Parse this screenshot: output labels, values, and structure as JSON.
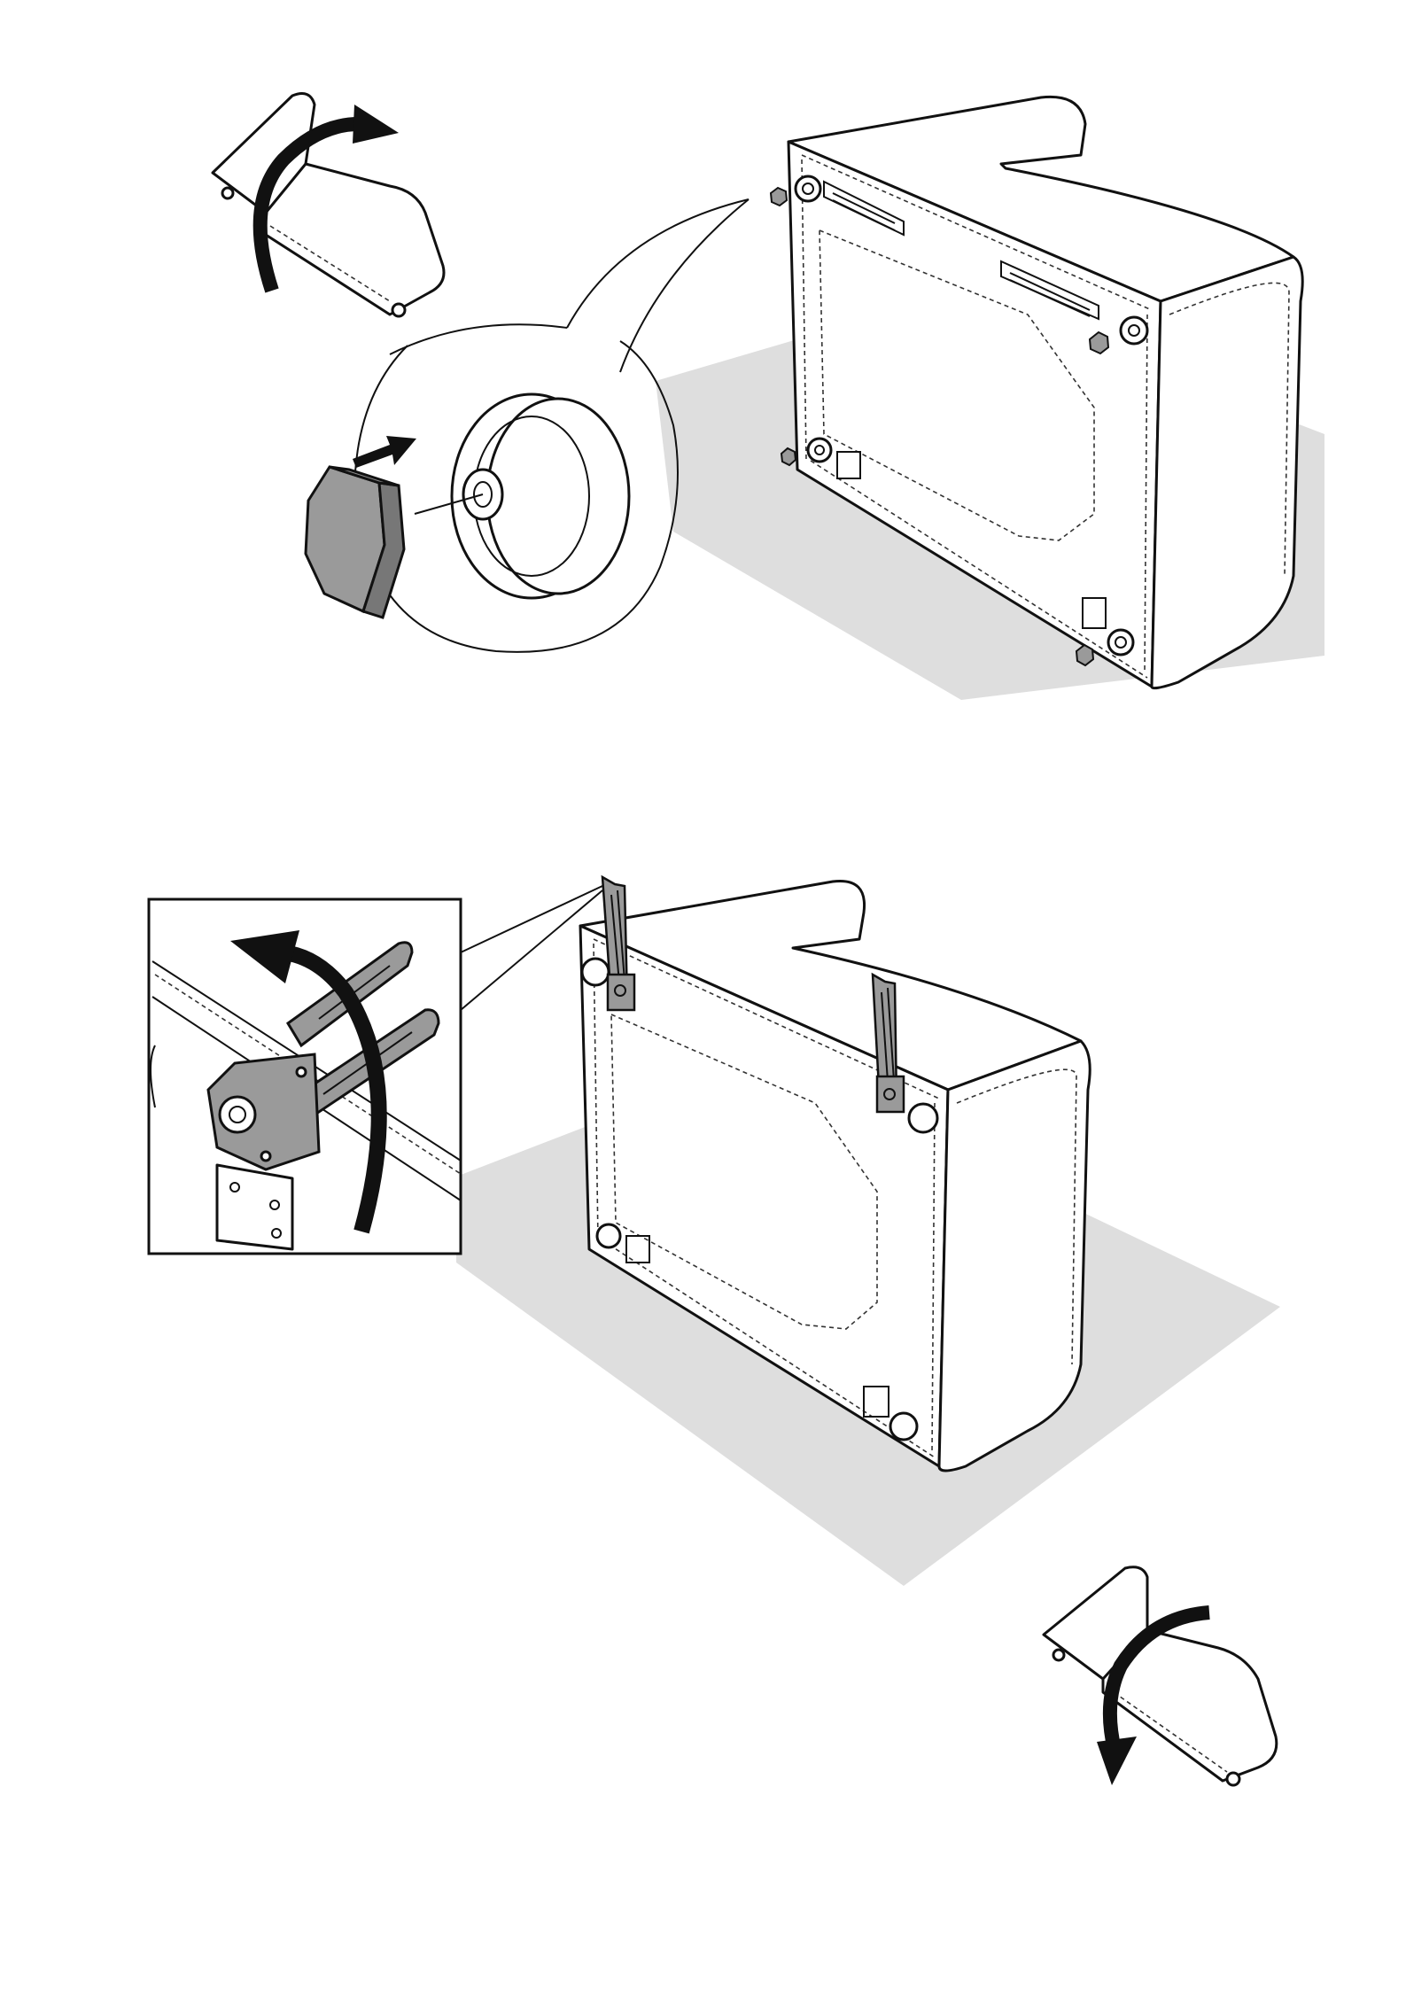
{
  "colors": {
    "floor": "#dedede",
    "line": "#111111",
    "part_gray": "#9a9a9a",
    "arrow": "#111111",
    "background": "#ffffff"
  },
  "steps": [
    {
      "id": "step-1",
      "action": "rotate-sofa-upside-down",
      "part": "hex-glide-pad",
      "insert_direction": "push-into-foot"
    },
    {
      "id": "step-2",
      "action": "raise-connector-brackets",
      "part": "toothed-connector-bracket",
      "rotate_direction": "upward",
      "final": "rotate-sofa-back-upright"
    }
  ],
  "icons": [
    "flip-sofa-icon",
    "push-arrow-icon",
    "hex-glide-icon",
    "rotate-arrow-icon",
    "flip-back-sofa-icon"
  ]
}
